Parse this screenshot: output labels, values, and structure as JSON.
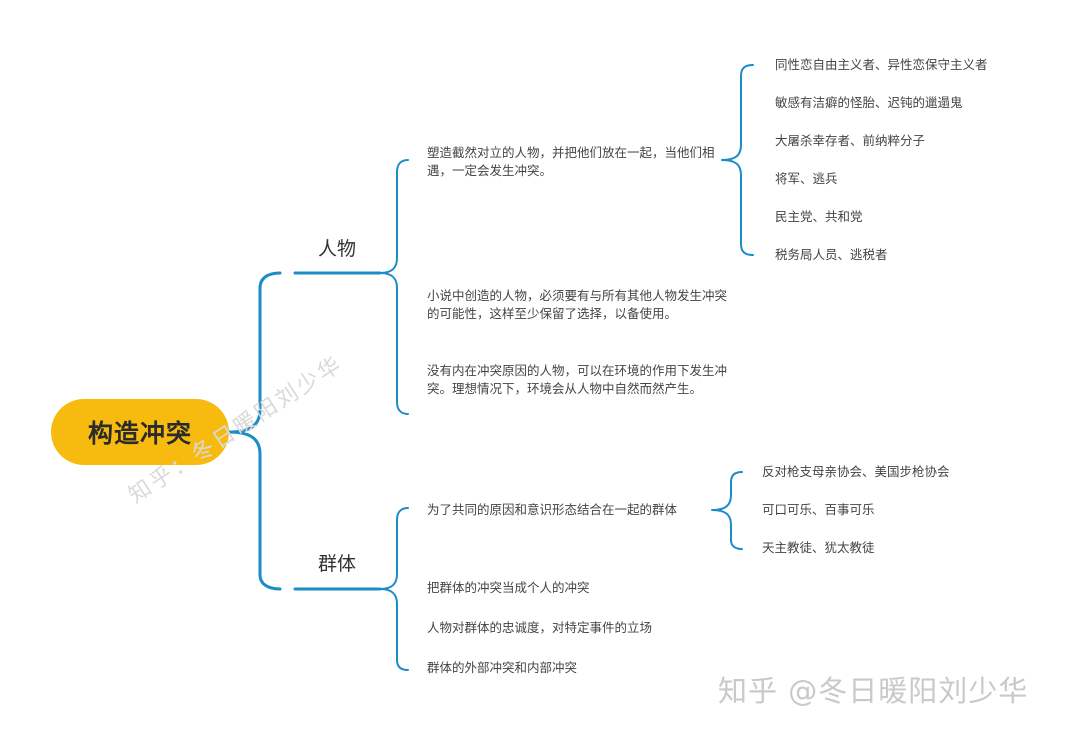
{
  "colors": {
    "line": "#1a8cc6",
    "root_fill": "#f7bb10"
  },
  "root": {
    "label": "构造冲突"
  },
  "branches": [
    {
      "label": "人物",
      "children": [
        {
          "text": "塑造截然对立的人物，并把他们放在一起，当他们相遇，一定会发生冲突。",
          "children": [
            "同性恋自由主义者、异性恋保守主义者",
            "敏感有洁癖的怪胎、迟钝的邋遢鬼",
            "大屠杀幸存者、前纳粹分子",
            "将军、逃兵",
            "民主党、共和党",
            "税务局人员、逃税者"
          ]
        },
        {
          "text": "小说中创造的人物，必须要有与所有其他人物发生冲突的可能性，这样至少保留了选择，以备使用。"
        },
        {
          "text": "没有内在冲突原因的人物，可以在环境的作用下发生冲突。理想情况下，环境会从人物中自然而然产生。"
        }
      ]
    },
    {
      "label": "群体",
      "children": [
        {
          "text": "为了共同的原因和意识形态结合在一起的群体",
          "children": [
            "反对枪支母亲协会、美国步枪协会",
            "可口可乐、百事可乐",
            "天主教徒、犹太教徒"
          ]
        },
        {
          "text": "把群体的冲突当成个人的冲突"
        },
        {
          "text": "人物对群体的忠诚度，对特定事件的立场"
        },
        {
          "text": "群体的外部冲突和内部冲突"
        }
      ]
    }
  ],
  "watermarks": {
    "diagonal": "知乎：冬日暖阳刘少华",
    "corner": "知乎 @冬日暖阳刘少华"
  }
}
